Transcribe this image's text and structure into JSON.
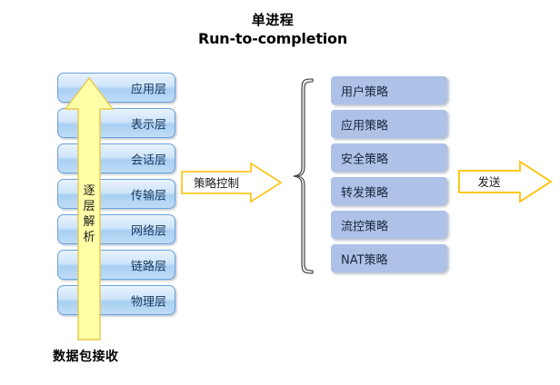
{
  "title": {
    "line1": "单进程",
    "line2": "Run-to-completion"
  },
  "osi_stack": {
    "layers": [
      {
        "label": "应用层"
      },
      {
        "label": "表示层"
      },
      {
        "label": "会话层"
      },
      {
        "label": "传输层"
      },
      {
        "label": "网络层"
      },
      {
        "label": "链路层"
      },
      {
        "label": "物理层"
      }
    ],
    "box_fill_top": "#e8f3fd",
    "box_fill_bottom": "#bfdcf7",
    "box_border": "#6aa3dd",
    "text_color": "#17375e"
  },
  "up_arrow": {
    "label_chars": [
      "逐",
      "层",
      "解",
      "析"
    ],
    "label_text": "逐层解析",
    "fill": "#ffffA8",
    "stroke": "#e8c84a"
  },
  "packet_receive": {
    "label": "数据包接收"
  },
  "policy_control_arrow": {
    "label": "策略控制",
    "fill": "#ffffff",
    "stroke": "#ffc000"
  },
  "brace": {
    "stroke": "#404040",
    "fill": "#e8e8e8"
  },
  "policy_list": {
    "items": [
      {
        "label": "用户策略"
      },
      {
        "label": "应用策略"
      },
      {
        "label": "安全策略"
      },
      {
        "label": "转发策略"
      },
      {
        "label": "流控策略"
      },
      {
        "label": "NAT策略"
      }
    ],
    "box_fill": "#aec2e8",
    "text_color": "#17263c"
  },
  "send_arrow": {
    "label": "发送",
    "fill": "#ffffff",
    "stroke": "#ffc000"
  }
}
